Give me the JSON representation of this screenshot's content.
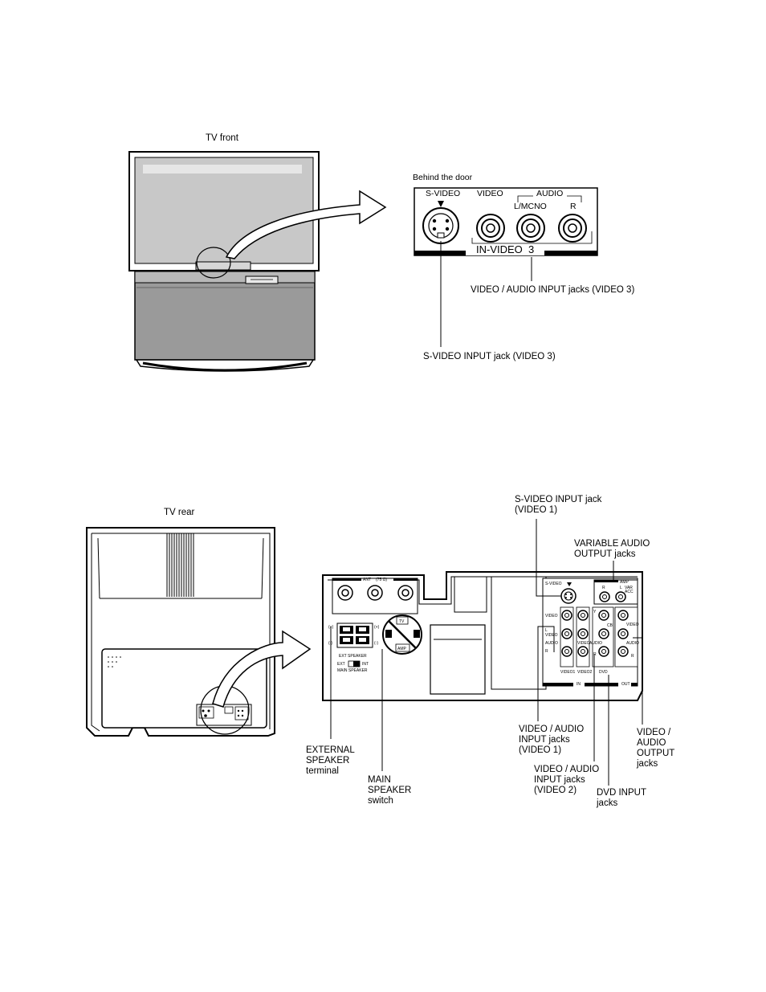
{
  "front": {
    "title": "TV front",
    "door_title": "Behind the door",
    "panel": {
      "svideo": "S-VIDEO",
      "video": "VIDEO",
      "audio": "AUDIO",
      "lmono": "L/MCNO",
      "r": "R",
      "invideo": "IN-VIDEO",
      "invideo_num": "3"
    },
    "callouts": {
      "video_audio_input3": "VIDEO / AUDIO INPUT jacks (VIDEO 3)",
      "svideo_input3": "S-VIDEO INPUT jack (VIDEO 3)"
    }
  },
  "rear": {
    "title": "TV rear",
    "panel": {
      "ant": "ANT",
      "ant_ohm": "(75 Ω)",
      "ext_speaker": "EXT SPEAKER",
      "ext": "EXT",
      "int": "INT",
      "main_speaker": "MAIN SPEAKER",
      "plus": "(+)",
      "minus": "(-)",
      "tv": "TV",
      "amp": "AMP",
      "svideo": "S-VIDEO",
      "video": "VIDEO",
      "l_video": "L",
      "l_video2": "VIDEO",
      "audio": "AUDIO",
      "r": "R",
      "video1": "VIDEO1",
      "video2": "VIDEO2",
      "dvd": "DVD",
      "in": "IN",
      "out": "OUT",
      "amp_top": "AMP",
      "var": "VAR",
      "acc": "ACC",
      "cr": "CR",
      "cb": "CB",
      "y": "Y",
      "l": "L"
    },
    "callouts": {
      "svideo1_line1": "S-VIDEO INPUT jack",
      "svideo1_line2": "(VIDEO 1)",
      "var_audio_line1": "VARIABLE AUDIO",
      "var_audio_line2": "OUTPUT jacks",
      "ext_speaker_line1": "EXTERNAL",
      "ext_speaker_line2": "SPEAKER",
      "ext_speaker_line3": "terminal",
      "main_speaker_line1": "MAIN",
      "main_speaker_line2": "SPEAKER",
      "main_speaker_line3": "switch",
      "va1_line1": "VIDEO / AUDIO",
      "va1_line2": "INPUT jacks",
      "va1_line3": "(VIDEO 1)",
      "va2_line1": "VIDEO / AUDIO",
      "va2_line2": "INPUT jacks",
      "va2_line3": "(VIDEO 2)",
      "dvd_line1": "DVD INPUT",
      "dvd_line2": "jacks",
      "vaout_line1": "VIDEO /",
      "vaout_line2": "AUDIO",
      "vaout_line3": "OUTPUT",
      "vaout_line4": "jacks"
    }
  }
}
